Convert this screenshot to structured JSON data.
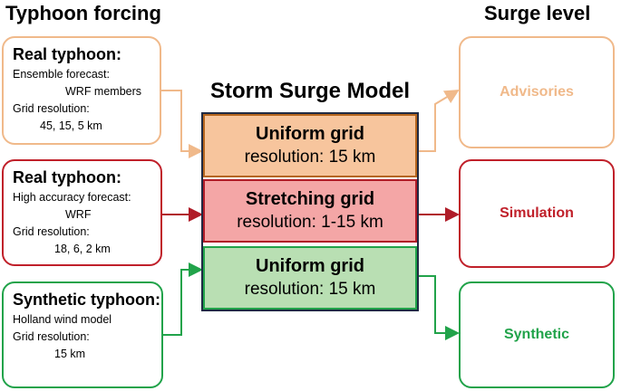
{
  "headings": {
    "left": "Typhoon forcing",
    "right": "Surge level",
    "center": "Storm Surge Model"
  },
  "inputs": [
    {
      "title": "Real typhoon:",
      "lines": [
        "Ensemble forecast:",
        "WRF members",
        "Grid resolution:",
        "45, 15, 5 km"
      ],
      "color": "#f0b98a"
    },
    {
      "title": "Real typhoon:",
      "lines": [
        "High accuracy forecast:",
        "WRF",
        "Grid resolution:",
        "18, 6, 2 km"
      ],
      "color": "#c0202a"
    },
    {
      "title": "Synthetic typhoon:",
      "lines": [
        "Holland wind model",
        "Grid resolution:",
        "15 km"
      ],
      "color": "#21a34a"
    }
  ],
  "grids": [
    {
      "name": "Uniform grid",
      "resolution": "resolution: 15 km",
      "fill": "#f7c59d",
      "border": "#b5651d"
    },
    {
      "name": "Stretching grid",
      "resolution": "resolution: 1-15 km",
      "fill": "#f4a6a6",
      "border": "#b01c28"
    },
    {
      "name": "Uniform grid",
      "resolution": "resolution: 15 km",
      "fill": "#b9dfb3",
      "border": "#21a34a"
    }
  ],
  "outputs": [
    {
      "label": "Advisories",
      "color": "#f0b98a"
    },
    {
      "label": "Simulation",
      "color": "#c0202a"
    },
    {
      "label": "Synthetic",
      "color": "#21a34a"
    }
  ]
}
